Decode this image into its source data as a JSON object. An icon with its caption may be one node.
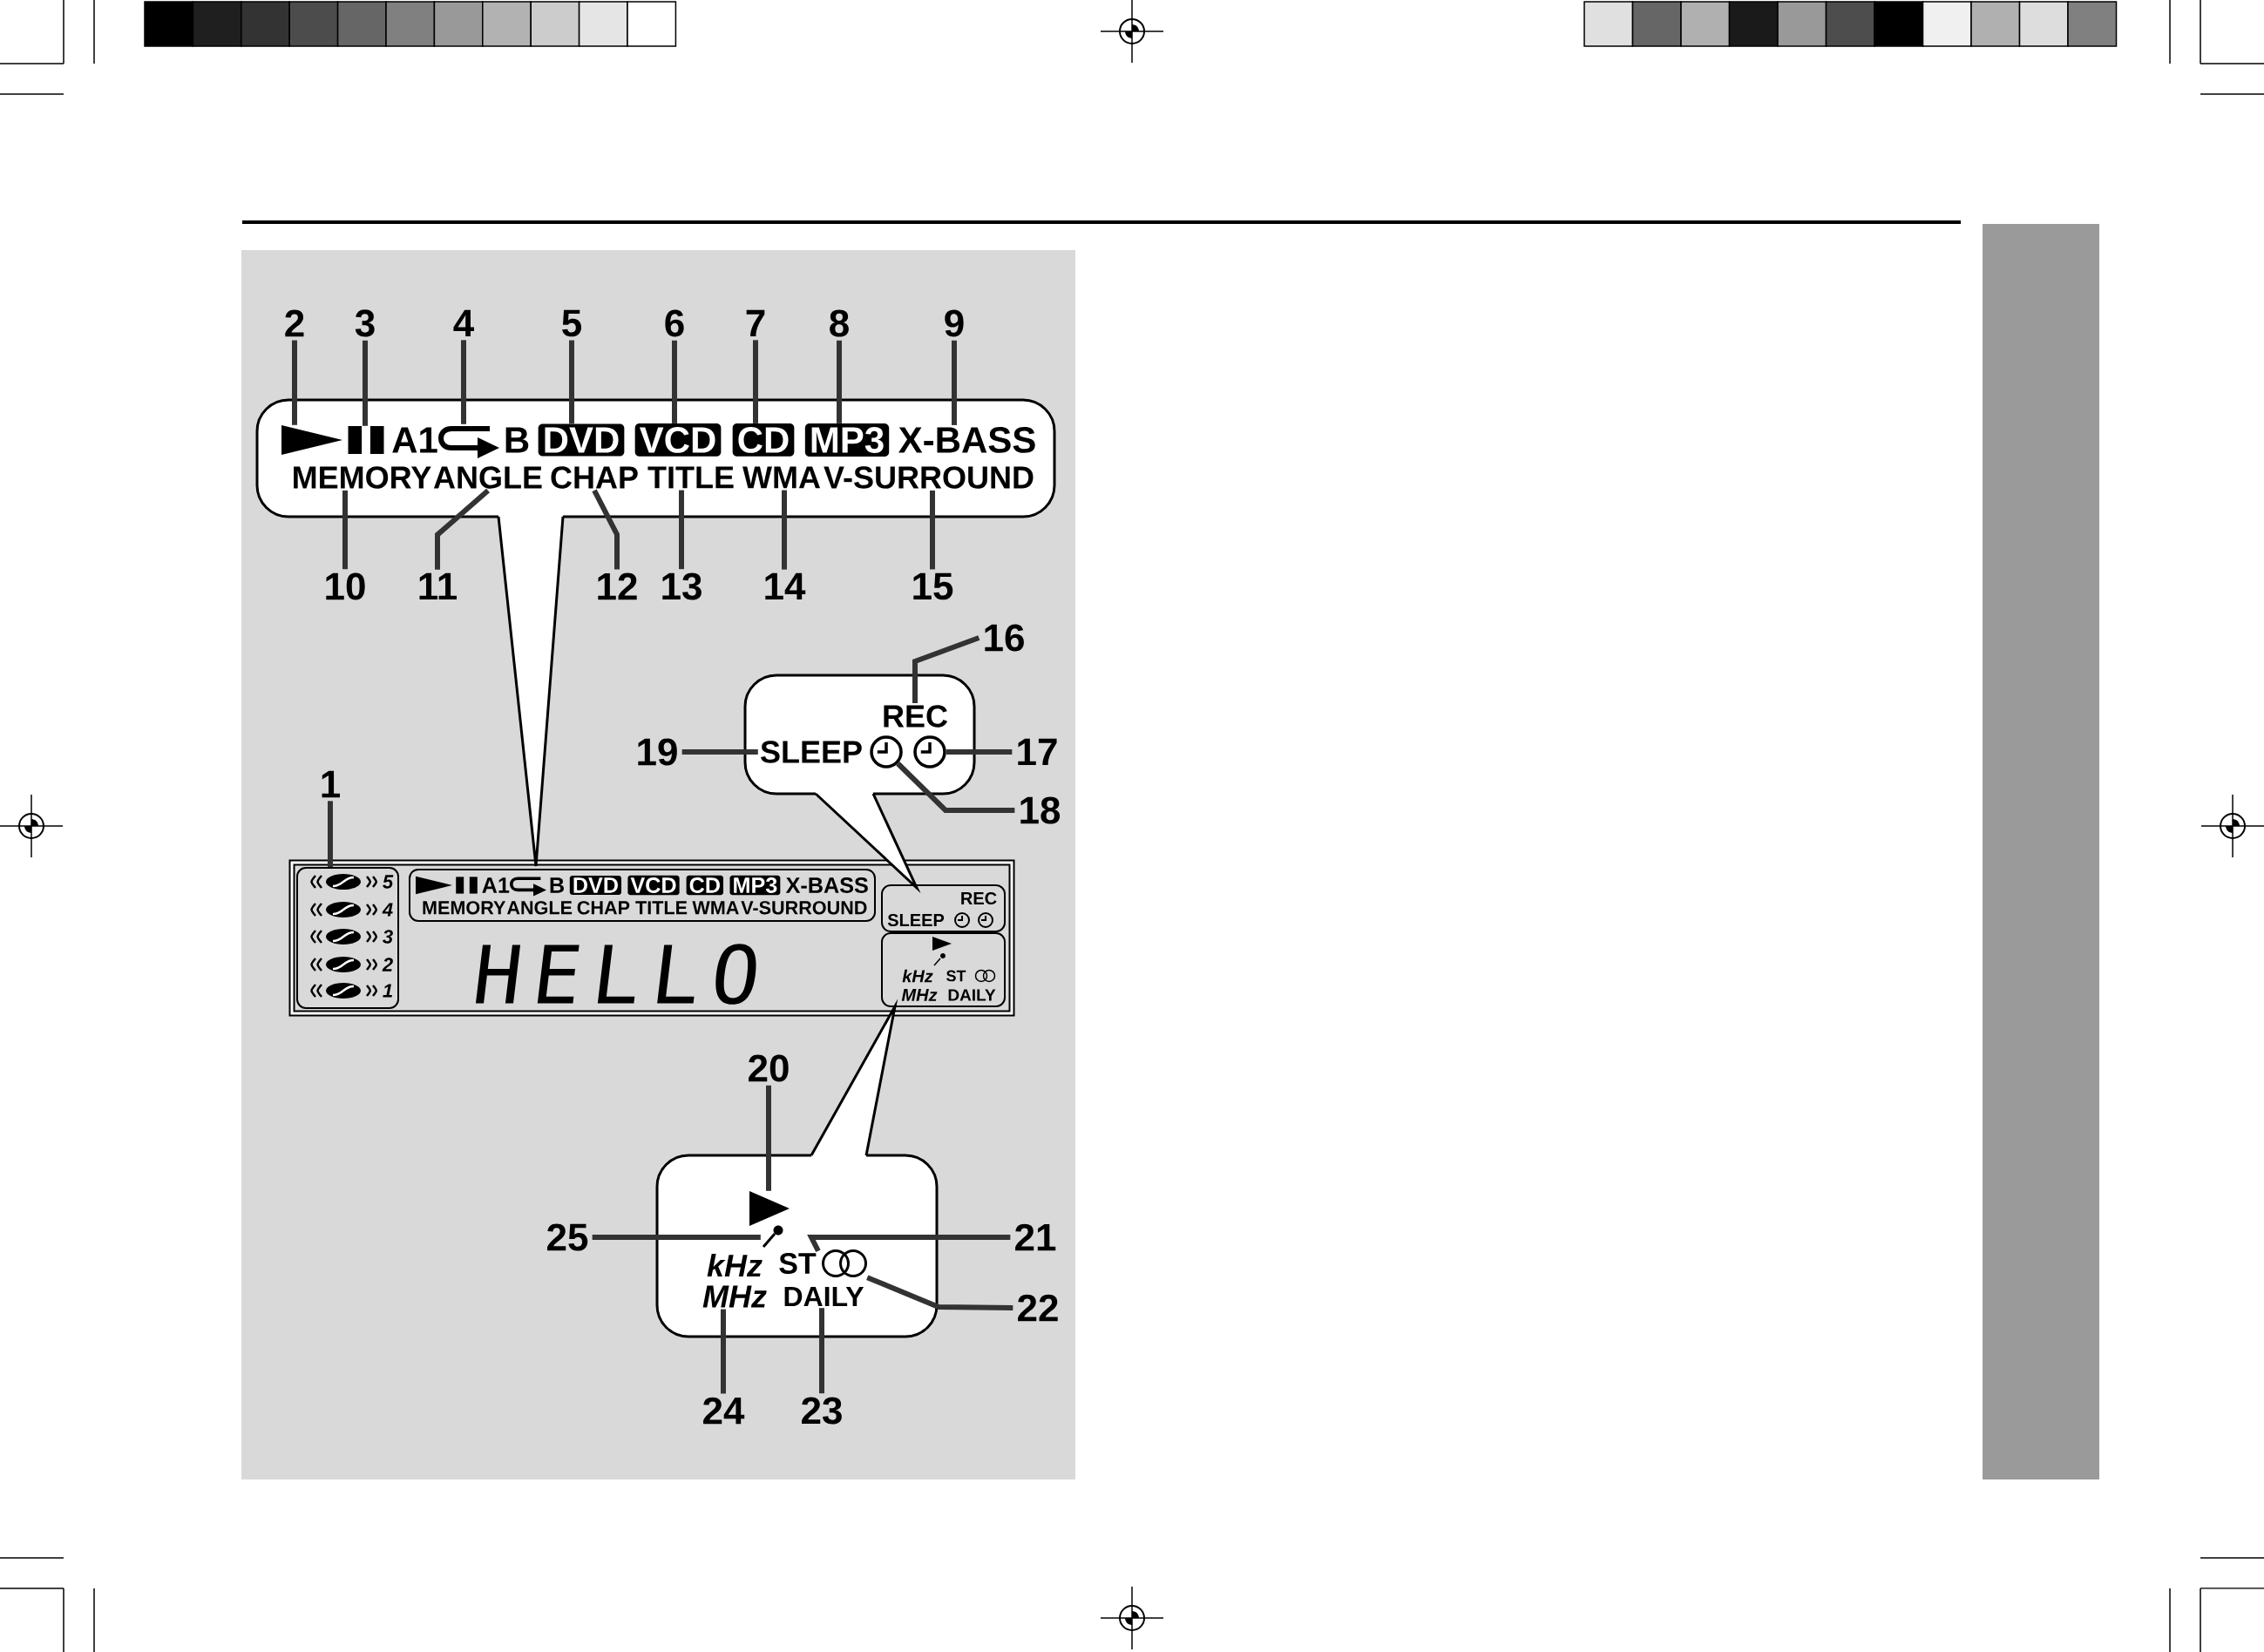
{
  "diagram": {
    "nodes": [
      {
        "text": [],
        "shape": "box"
      },
      {
        "text": [],
        "shape": "triangle",
        "in": 0
      },
      {
        "text": [],
        "shape": "bar",
        "in": 0
      },
      {
        "text": [
          "A1",
          "B"
        ],
        "in": 0
      },
      {
        "text": [
          "DVD"
        ],
        "in": 0
      },
      {
        "text": [
          "VCD"
        ],
        "in": 0
      },
      {
        "text": [
          "CD"
        ],
        "in": 0
      },
      {
        "text": [
          "MP3"
        ],
        "in": 0
      },
      {
        "text": [
          "X-BASS"
        ],
        "in": 0
      },
      {
        "text": [
          "MEMORY"
        ],
        "in": 0
      },
      {
        "text": [
          "ANGLE"
        ],
        "in": 0
      },
      {
        "text": [
          "CHAP"
        ],
        "in": 0
      },
      {
        "text": [
          "TITLE"
        ],
        "in": 0
      },
      {
        "text": [
          "WMA"
        ],
        "in": 0
      },
      {
        "text": [
          "V-SURROUND"
        ],
        "in": 0
      },
      {
        "text": [],
        "shape": "box"
      },
      {
        "text": [
          "REC"
        ],
        "in": 15
      },
      {
        "text": [
          "SLEEP"
        ],
        "in": 15
      },
      {
        "text": [],
        "shape": "clock",
        "in": 15
      },
      {
        "text": [],
        "shape": "clock",
        "in": 15
      },
      {
        "text": [
          "HELLO"
        ]
      },
      {
        "text": [
          "5",
          "4",
          "3",
          "2",
          "1"
        ],
        "in": 20
      },
      {
        "text": [
          "A1",
          "B",
          "DVD",
          "VCD",
          "CD",
          "MP3",
          "X-BASS",
          "MEMORY",
          "ANGLE",
          "CHAP",
          "TITLE",
          "WMA",
          "V-SURROUND"
        ],
        "in": 20
      },
      {
        "text": [
          "REC",
          "SLEEP"
        ],
        "in": 20
      },
      {
        "text": [
          "kHz",
          "ST",
          "MHz",
          "DAILY"
        ],
        "in": 20
      },
      {
        "text": [],
        "shape": "box"
      },
      {
        "text": [],
        "shape": "triangle",
        "in": 25
      },
      {
        "text": [],
        "shape": "microphone",
        "in": 25
      },
      {
        "text": [
          "ST"
        ],
        "in": 25
      },
      {
        "text": [],
        "shape": "rings",
        "in": 25
      },
      {
        "text": [
          "MHz"
        ],
        "in": 25
      },
      {
        "text": [
          "DAILY"
        ],
        "in": 25
      },
      {
        "text": [
          "1"
        ]
      },
      {
        "text": [
          "2"
        ]
      },
      {
        "text": [
          "3"
        ]
      },
      {
        "text": [
          "4"
        ]
      },
      {
        "text": [
          "5"
        ]
      },
      {
        "text": [
          "6"
        ]
      },
      {
        "text": [
          "7"
        ]
      },
      {
        "text": [
          "8"
        ]
      },
      {
        "text": [
          "9"
        ]
      },
      {
        "text": [
          "10"
        ]
      },
      {
        "text": [
          "11"
        ]
      },
      {
        "text": [
          "12"
        ]
      },
      {
        "text": [
          "13"
        ]
      },
      {
        "text": [
          "14"
        ]
      },
      {
        "text": [
          "15"
        ]
      },
      {
        "text": [
          "16"
        ]
      },
      {
        "text": [
          "17"
        ]
      },
      {
        "text": [
          "18"
        ]
      },
      {
        "text": [
          "19"
        ]
      },
      {
        "text": [
          "20"
        ]
      },
      {
        "text": [
          "21"
        ]
      },
      {
        "text": [
          "22"
        ]
      },
      {
        "text": [
          "23"
        ]
      },
      {
        "text": [
          "24"
        ]
      },
      {
        "text": [
          "25"
        ]
      }
    ],
    "edges": [
      {
        "from": 32,
        "to": 21,
        "arrow": "none"
      },
      {
        "from": 33,
        "to": 1,
        "arrow": "none"
      },
      {
        "from": 34,
        "to": 2,
        "arrow": "none"
      },
      {
        "from": 35,
        "to": 3,
        "arrow": "none"
      },
      {
        "from": 36,
        "to": 4,
        "arrow": "none"
      },
      {
        "from": 37,
        "to": 5,
        "arrow": "none"
      },
      {
        "from": 38,
        "to": 6,
        "arrow": "none"
      },
      {
        "from": 39,
        "to": 7,
        "arrow": "none"
      },
      {
        "from": 40,
        "to": 8,
        "arrow": "none"
      },
      {
        "from": 41,
        "to": 9,
        "arrow": "none"
      },
      {
        "from": 42,
        "to": 10,
        "arrow": "none"
      },
      {
        "from": 43,
        "to": 11,
        "arrow": "none"
      },
      {
        "from": 44,
        "to": 12,
        "arrow": "none"
      },
      {
        "from": 45,
        "to": 13,
        "arrow": "none"
      },
      {
        "from": 46,
        "to": 14,
        "arrow": "none"
      },
      {
        "from": 47,
        "to": 16,
        "arrow": "none"
      },
      {
        "from": 48,
        "to": 19,
        "arrow": "none"
      },
      {
        "from": 49,
        "to": 18,
        "arrow": "none"
      },
      {
        "from": 50,
        "to": 17,
        "arrow": "none"
      },
      {
        "from": 51,
        "to": 26,
        "arrow": "none"
      },
      {
        "from": 52,
        "to": 28,
        "arrow": "none"
      },
      {
        "from": 53,
        "to": 29,
        "arrow": "none"
      },
      {
        "from": 54,
        "to": 31,
        "arrow": "none"
      },
      {
        "from": 55,
        "to": 30,
        "arrow": "none"
      },
      {
        "from": 56,
        "to": 27,
        "arrow": "none"
      }
    ],
    "labels": [
      "kHz"
    ]
  }
}
